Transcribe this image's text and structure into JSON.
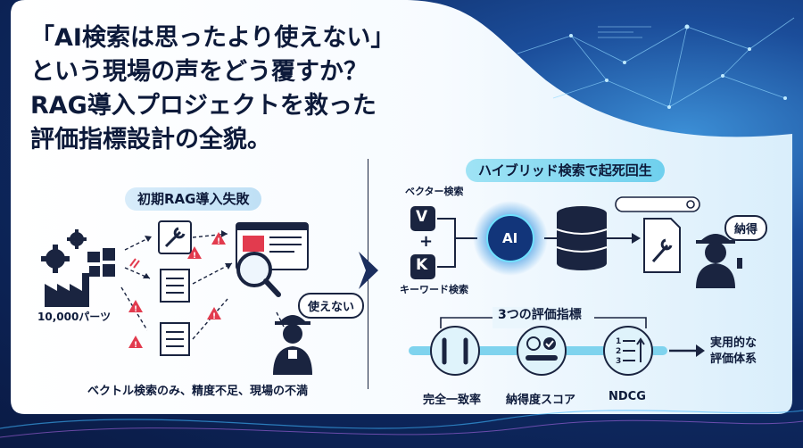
{
  "title": {
    "line1": "「AI検索は思ったより使えない」",
    "line2": "という現場の声をどう覆すか？",
    "line3": "RAG導入プロジェクトを救った",
    "line4": "評価指標設計の全貌。"
  },
  "left_panel": {
    "header": "初期RAG導入失敗",
    "parts_label": "10,000パーツ",
    "complaint_bubble": "使えない",
    "caption": "ベクトル検索のみ、精度不足、現場の不満"
  },
  "right_panel": {
    "header": "ハイブリッド検索で起死回生",
    "vector_label": "ベクター検索",
    "vector_icon_letter": "V",
    "keyword_label": "キーワード検索",
    "keyword_icon_letter": "K",
    "plus": "+",
    "ai_label": "AI",
    "satisfied_bubble": "納得",
    "metrics_header": "3つの評価指標",
    "metrics": [
      {
        "label": "完全一致率",
        "icon": "wrench-pair-icon"
      },
      {
        "label": "納得度スコア",
        "icon": "smiley-check-icon"
      },
      {
        "label": "NDCG",
        "icon": "ranked-list-icon"
      }
    ],
    "outcome": {
      "line1": "実用的な",
      "line2": "評価体系"
    }
  },
  "colors": {
    "background_navy": "#0c1f4a",
    "accent_cyan": "#37c5e8",
    "warning_red": "#e23b4e",
    "dark_navy": "#0d1a3a"
  }
}
